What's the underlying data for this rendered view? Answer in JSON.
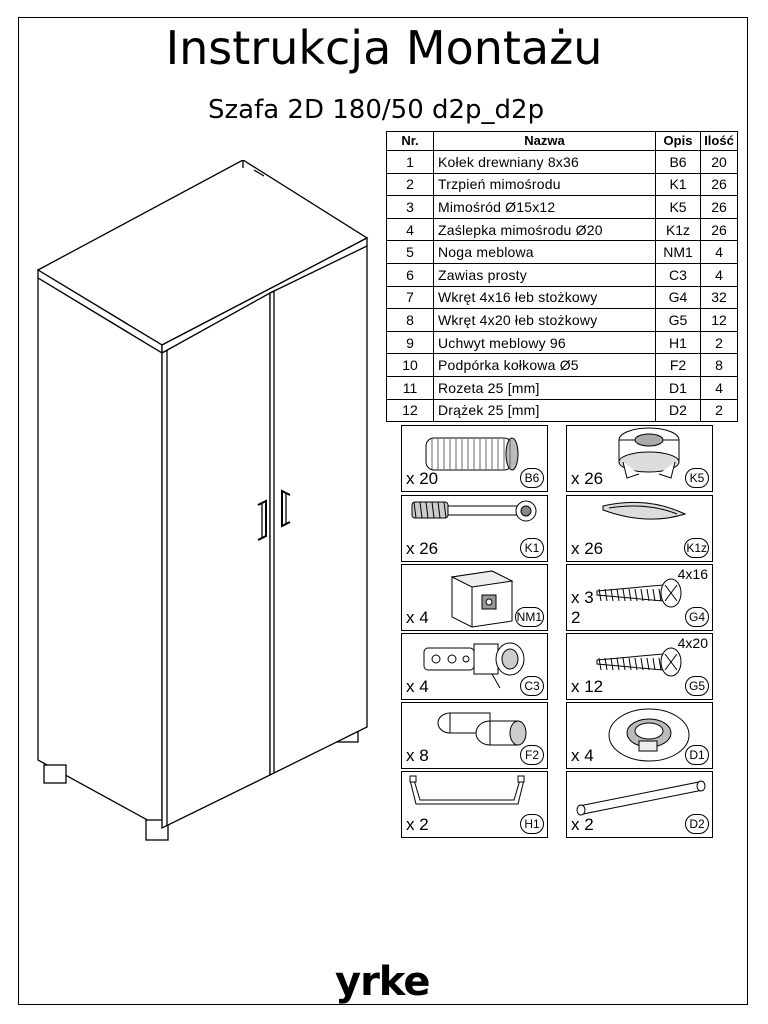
{
  "title": "Instrukcja Montażu",
  "subtitle": "Szafa 2D 180/50 d2p_d2p",
  "table": {
    "headers": [
      "Nr.",
      "Nazwa",
      "Opis",
      "Ilość"
    ],
    "rows": [
      [
        "1",
        "Kołek drewniany 8x36",
        "B6",
        "20"
      ],
      [
        "2",
        "Trzpień mimośrodu",
        "K1",
        "26"
      ],
      [
        "3",
        "Mimośród Ø15x12",
        "K5",
        "26"
      ],
      [
        "4",
        "Zaślepka mimośrodu Ø20",
        "K1z",
        "26"
      ],
      [
        "5",
        "Noga meblowa",
        "NM1",
        "4"
      ],
      [
        "6",
        "Zawias prosty",
        "C3",
        "4"
      ],
      [
        "7",
        "Wkręt 4x16 łeb stożkowy",
        "G4",
        "32"
      ],
      [
        "8",
        "Wkręt 4x20 łeb stożkowy",
        "G5",
        "12"
      ],
      [
        "9",
        "Uchwyt meblowy 96",
        "H1",
        "2"
      ],
      [
        "10",
        "Podpórka kołkowa Ø5",
        "F2",
        "8"
      ],
      [
        "11",
        "Rozeta 25 [mm]",
        "D1",
        "4"
      ],
      [
        "12",
        "Drążek 25 [mm]",
        "D2",
        "2"
      ]
    ]
  },
  "tiles": [
    {
      "qty": "x 20",
      "code": "B6",
      "icon": "wooden-dowel-icon"
    },
    {
      "qty": "x 26",
      "code": "K5",
      "icon": "cam-lock-icon"
    },
    {
      "qty": "x 26",
      "code": "K1",
      "icon": "cam-bolt-icon"
    },
    {
      "qty": "x 26",
      "code": "K1z",
      "icon": "cover-cap-icon"
    },
    {
      "qty": "x 4",
      "code": "NM1",
      "icon": "furniture-leg-icon"
    },
    {
      "qty": "x 3\n2",
      "code": "G4",
      "size": "4x16",
      "icon": "screw-icon"
    },
    {
      "qty": "x 4",
      "code": "C3",
      "icon": "hinge-icon"
    },
    {
      "qty": "x 12",
      "code": "G5",
      "size": "4x20",
      "icon": "screw-icon"
    },
    {
      "qty": "x 8",
      "code": "F2",
      "icon": "shelf-pin-icon"
    },
    {
      "qty": "x 4",
      "code": "D1",
      "icon": "rail-socket-icon"
    },
    {
      "qty": "x 2",
      "code": "H1",
      "icon": "handle-icon"
    },
    {
      "qty": "x 2",
      "code": "D2",
      "icon": "hanging-rail-icon"
    }
  ],
  "brand": "yrke"
}
